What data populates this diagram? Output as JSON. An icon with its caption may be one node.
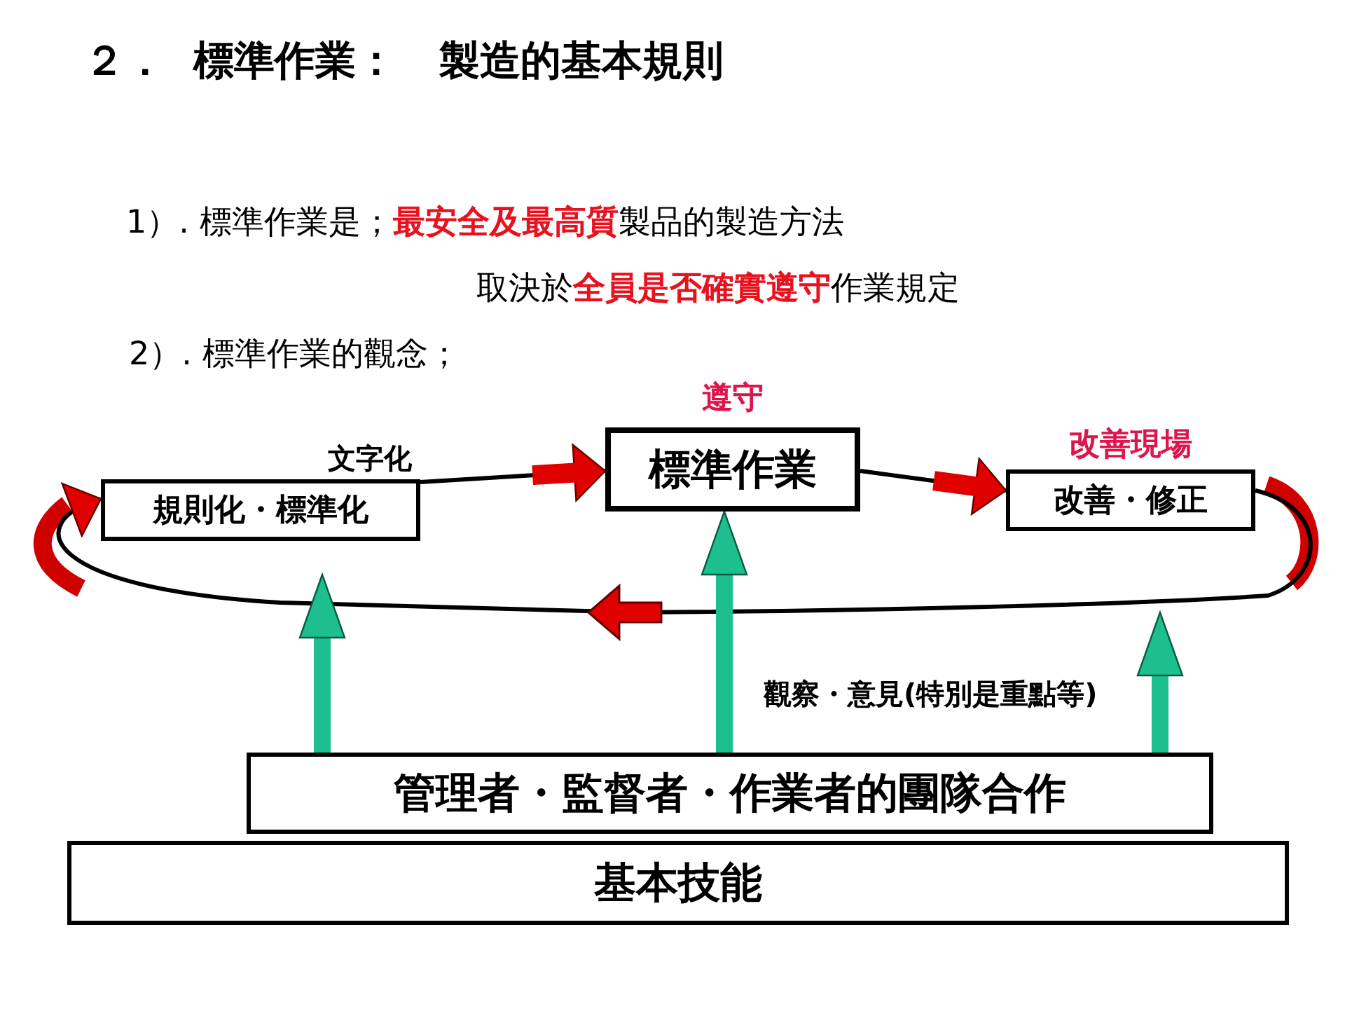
{
  "diagram": {
    "title": "２．  標準作業：   製造的基本規則",
    "nodes": [
      {
        "text": [
          "規則化・標準化"
        ]
      },
      {
        "text": [
          "標準作業"
        ],
        "beside": [
          "遵守"
        ]
      },
      {
        "text": [
          "改善・修正"
        ],
        "beside": [
          "改善現場"
        ]
      },
      {
        "text": [
          "管理者・監督者・作業者的團隊合作"
        ]
      },
      {
        "text": [
          "基本技能"
        ]
      }
    ],
    "edges": [
      {
        "from": 0,
        "to": 1,
        "arrow": "to",
        "label": "文字化"
      },
      {
        "from": 1,
        "to": 2,
        "arrow": "to"
      },
      {
        "from": 2,
        "to": 0,
        "arrow": "to"
      },
      {
        "from": 3,
        "to": null,
        "arrow": "to",
        "style": "thick",
        "color": "#1dbf8e"
      },
      {
        "from": 3,
        "to": 1,
        "arrow": "to",
        "style": "thick",
        "color": "#1dbf8e"
      },
      {
        "from": 3,
        "to": null,
        "arrow": "to",
        "style": "thick",
        "color": "#1dbf8e"
      }
    ],
    "labels": [
      "1）. 標準作業是；**最安全及最高質**製品的製造方法",
      "取決於**全員是否確實遵守**作業規定",
      "2）. 標準作業的觀念；",
      "觀察・意見(特別是重點等)"
    ]
  }
}
